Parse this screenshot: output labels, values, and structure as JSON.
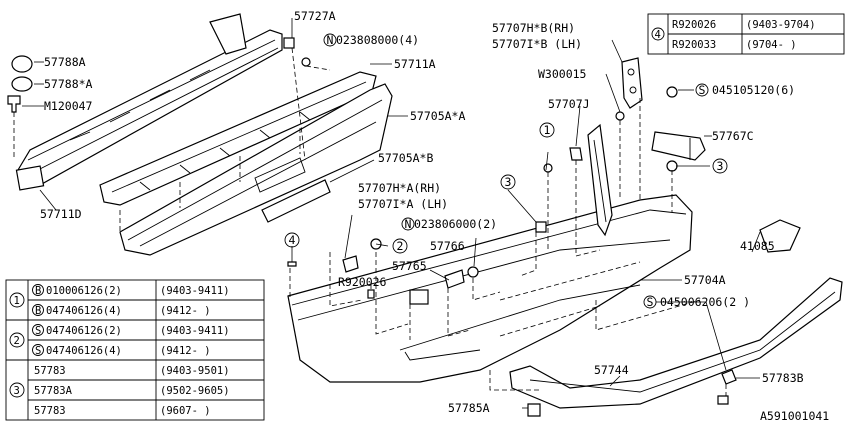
{
  "diagram_id": "A591001041",
  "callouts": {
    "c57727A": "57727A",
    "c023808000": "023808000(4)",
    "c57788A": "57788A",
    "c57788xA": "57788*A",
    "cM120047": "M120047",
    "c57711A": "57711A",
    "c57705AxA": "57705A*A",
    "c57705AxB": "57705A*B",
    "c57711D": "57711D",
    "c57707HxA": "57707H*A(RH)",
    "c57707IxA": "57707I*A (LH)",
    "c023806000": "023806000(2)",
    "c57766": "57766",
    "c57765": "57765",
    "cR920026": "R920026",
    "c57707HxB": "57707H*B(RH)",
    "c57707IxB": "57707I*B (LH)",
    "cW300015": "W300015",
    "c57707J": "57707J",
    "c045105120": "045105120(6)",
    "c57767C": "57767C",
    "c57704A": "57704A",
    "c41085": "41085",
    "c045006206": "045006206(2 )",
    "c57744": "57744",
    "c57783B": "57783B",
    "c57785A": "57785A"
  },
  "marks": {
    "n": "N",
    "s": "S",
    "b": "B",
    "m1": "1",
    "m2": "2",
    "m3": "3",
    "m4": "4"
  },
  "top_table": {
    "group": "4",
    "rows": [
      {
        "part": "R920026",
        "range": "(9403-9704)"
      },
      {
        "part": "R920033",
        "range": "(9704-     )"
      }
    ]
  },
  "bottom_table": {
    "groups": [
      {
        "key": "1",
        "rows": [
          {
            "prefix": "B",
            "part": "010006126(2)",
            "range": "(9403-9411)"
          },
          {
            "prefix": "B",
            "part": "047406126(4)",
            "range": "(9412-     )"
          }
        ]
      },
      {
        "key": "2",
        "rows": [
          {
            "prefix": "S",
            "part": "047406126(2)",
            "range": "(9403-9411)"
          },
          {
            "prefix": "S",
            "part": "047406126(4)",
            "range": "(9412-     )"
          }
        ]
      },
      {
        "key": "3",
        "rows": [
          {
            "prefix": "",
            "part": "57783",
            "range": "(9403-9501)"
          },
          {
            "prefix": "",
            "part": "57783A",
            "range": "(9502-9605)"
          },
          {
            "prefix": "",
            "part": "57783",
            "range": "(9607-     )"
          }
        ]
      }
    ]
  }
}
